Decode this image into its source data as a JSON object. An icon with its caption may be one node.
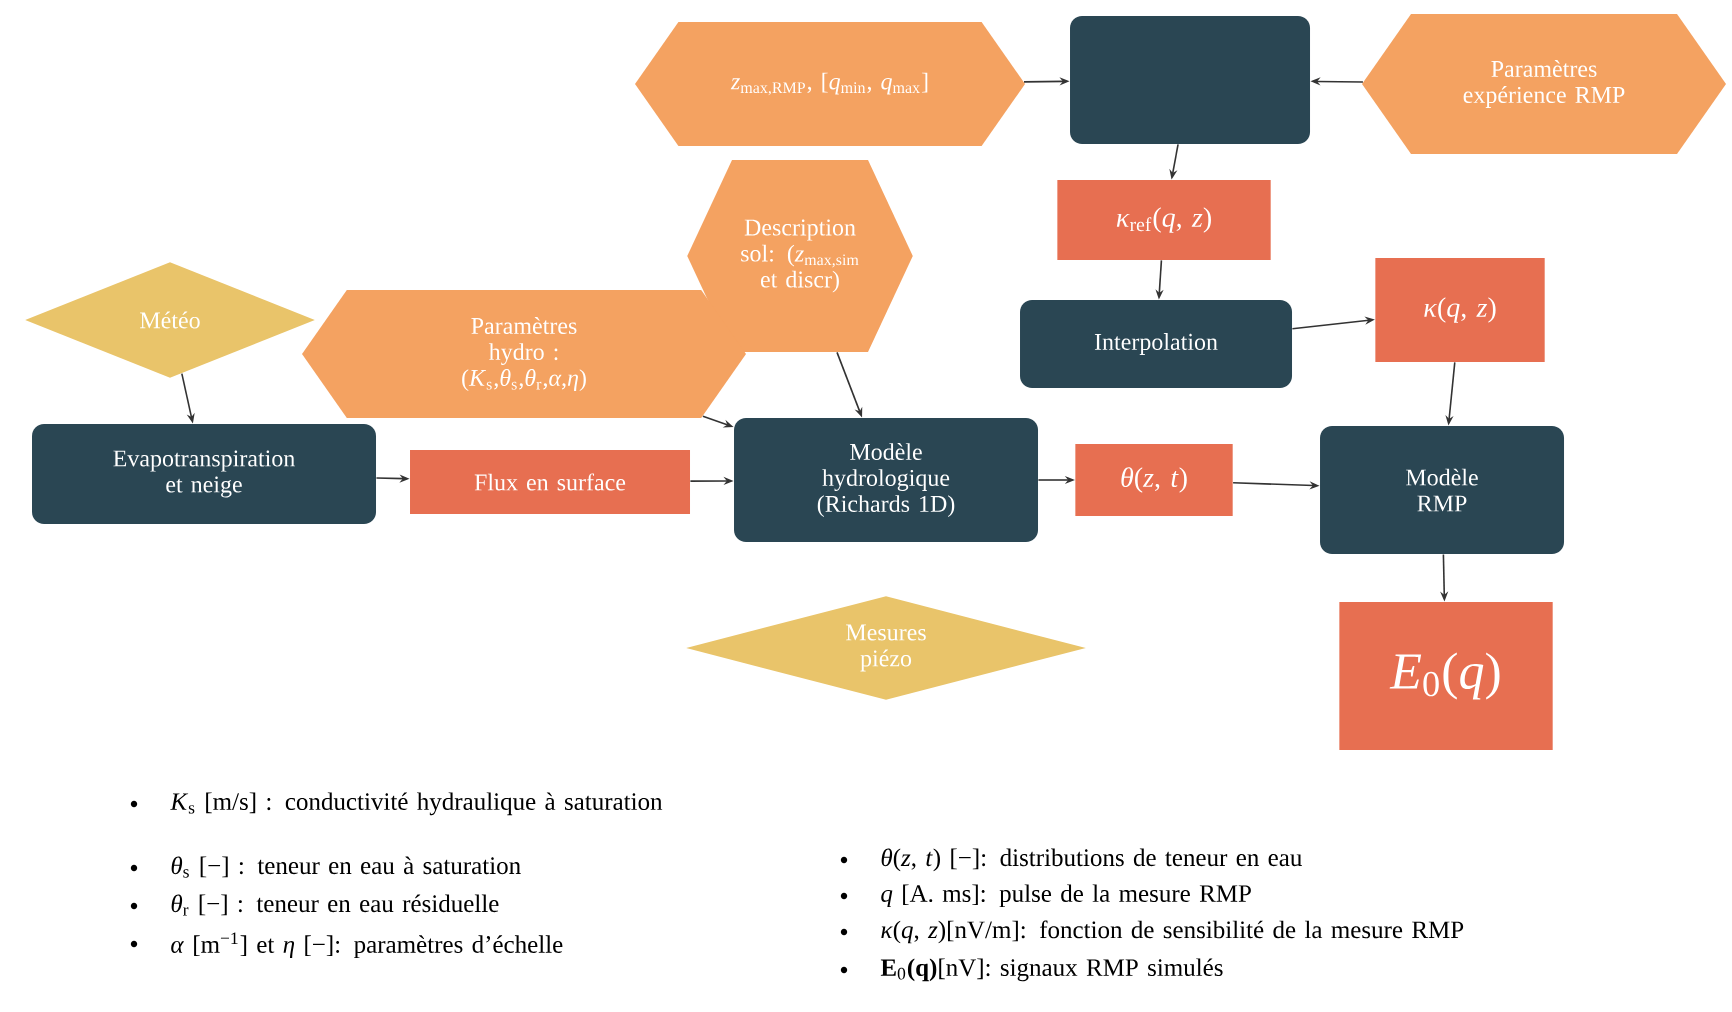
{
  "diagram": {
    "nodes": [
      {
        "text": [
          "*z*$_{max,RMP}$, [*q*$_{min}$, *q*$_{max}$]"
        ]
      },
      {
        "text": [],
        "shape": "box"
      },
      {
        "text": [
          "Paramètres expérience RMP"
        ]
      },
      {
        "text": [
          "Description sol: (*z*$_{max,sim}$ et discr)"
        ]
      },
      {
        "text": [
          "*κ*$_{ref}$(*q*, *z*)"
        ]
      },
      {
        "text": [
          "Météo"
        ]
      },
      {
        "text": [
          "Paramètres hydro : (*K*$_{s}$,*θ*$_{s}$,*θ*$_{r}$,*α*,*η*)"
        ]
      },
      {
        "text": [
          "Interpolation"
        ]
      },
      {
        "text": [
          "*κ*(*q*, *z*)"
        ]
      },
      {
        "text": [
          "Evapotranspiration et neige"
        ]
      },
      {
        "text": [
          "Flux en surface"
        ]
      },
      {
        "text": [
          "Modèle hydrologique (Richards 1D)"
        ]
      },
      {
        "text": [
          "*θ*(*z*, *t*)"
        ]
      },
      {
        "text": [
          "Modèle RMP"
        ]
      },
      {
        "text": [
          "Mesures piézo"
        ]
      },
      {
        "text": [
          "*E*$_{0}$(*q*)"
        ]
      }
    ],
    "edges": [
      {
        "from": 0,
        "to": 1,
        "arrow": "to"
      },
      {
        "from": 2,
        "to": 1,
        "arrow": "to"
      },
      {
        "from": 1,
        "to": 4,
        "arrow": "to"
      },
      {
        "from": 4,
        "to": 7,
        "arrow": "to"
      },
      {
        "from": 7,
        "to": 8,
        "arrow": "to"
      },
      {
        "from": 8,
        "to": 13,
        "arrow": "to"
      },
      {
        "from": 5,
        "to": 9,
        "arrow": "to"
      },
      {
        "from": 9,
        "to": 10,
        "arrow": "to"
      },
      {
        "from": 10,
        "to": 11,
        "arrow": "to"
      },
      {
        "from": 6,
        "to": 11,
        "arrow": "to"
      },
      {
        "from": 3,
        "to": 11,
        "arrow": "to"
      },
      {
        "from": 11,
        "to": 12,
        "arrow": "to"
      },
      {
        "from": 12,
        "to": 13,
        "arrow": "to"
      },
      {
        "from": 13,
        "to": 15,
        "arrow": "to"
      }
    ],
    "labels": [
      "*K*$_{s}$ [m/s] : conductivité hydraulique à saturation",
      "*θ*$_{s}$ [−] : teneur en eau à saturation",
      "*θ*$_{r}$ [−] : teneur en eau résiduelle",
      "*α* [m$^{−1}$] et *η* [−]: paramètres d’échelle",
      "*θ*(*z*, *t*) [−]: distributions de teneur en eau",
      "*q* [A. ms]: pulse de la mesure RMP",
      "*κ*(*q*, *z*)[nV/m]: fonction de sensibilité de la mesure RMP",
      "**E**$_{0}$**(q)**[nV]: signaux RMP simulés"
    ]
  }
}
